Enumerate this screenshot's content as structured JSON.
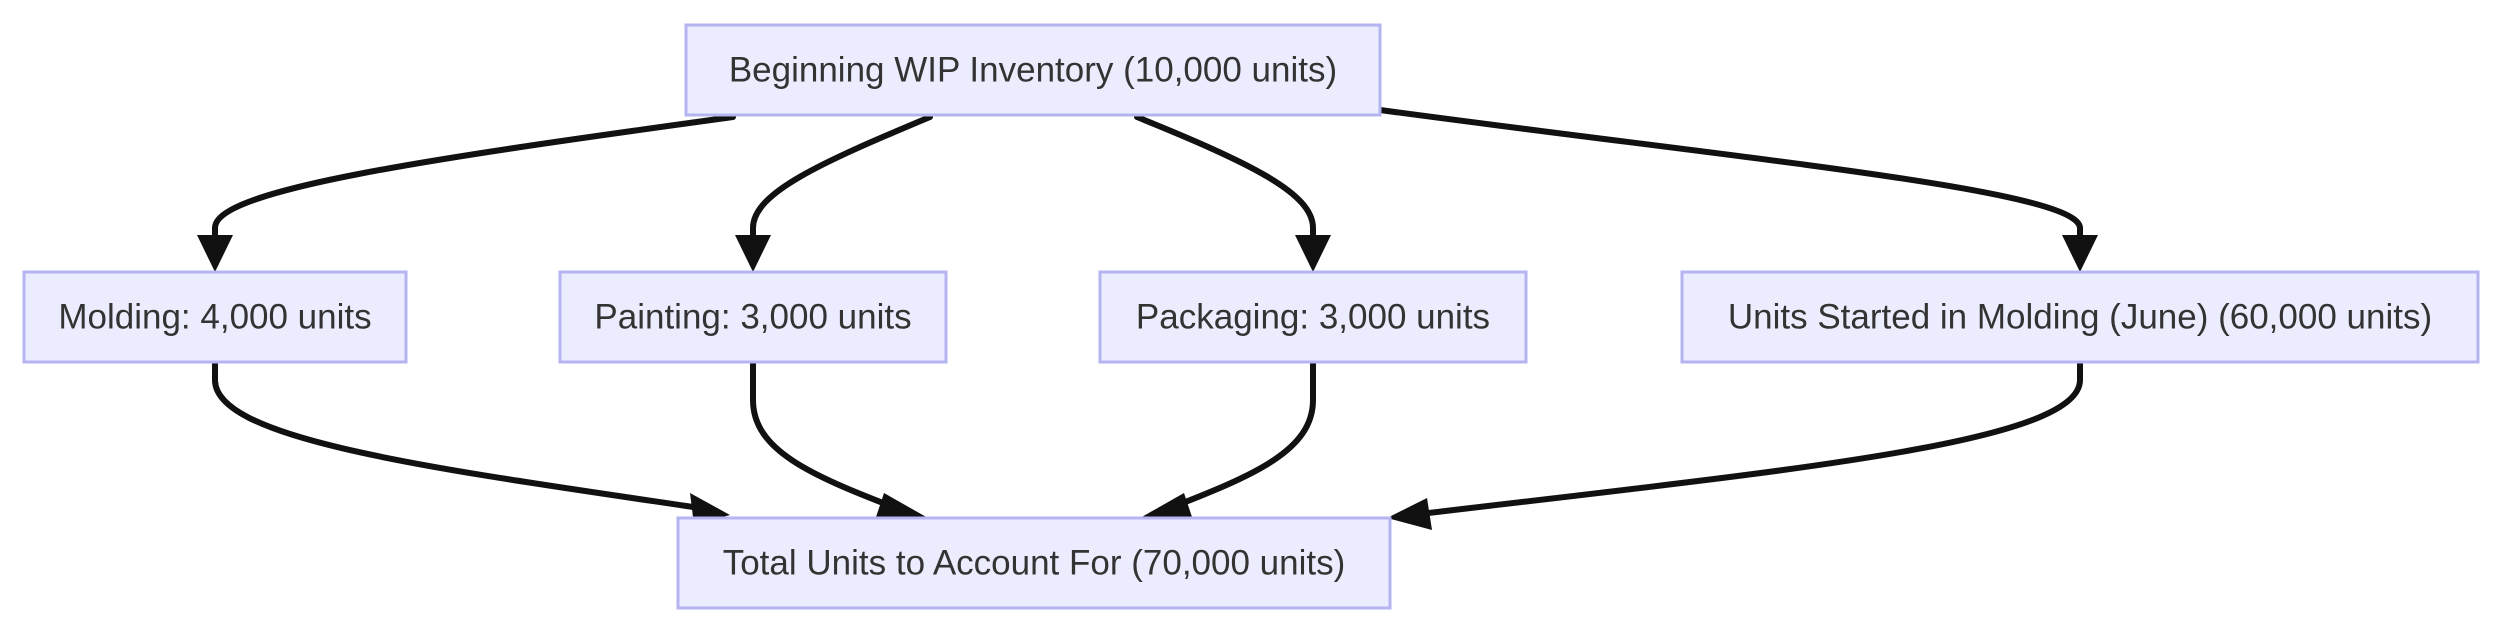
{
  "diagram": {
    "type": "flowchart",
    "nodes": {
      "beginning_wip": "Beginning WIP Inventory (10,000 units)",
      "molding": "Molding: 4,000 units",
      "painting": "Painting: 3,000 units",
      "packaging": "Packaging: 3,000 units",
      "units_started": "Units Started in Molding (June) (60,000 units)",
      "total_units": "Total Units to Account For (70,000 units)"
    },
    "edges": [
      {
        "from": "beginning_wip",
        "to": "molding"
      },
      {
        "from": "beginning_wip",
        "to": "painting"
      },
      {
        "from": "beginning_wip",
        "to": "packaging"
      },
      {
        "from": "beginning_wip",
        "to": "units_started"
      },
      {
        "from": "molding",
        "to": "total_units"
      },
      {
        "from": "painting",
        "to": "total_units"
      },
      {
        "from": "packaging",
        "to": "total_units"
      },
      {
        "from": "units_started",
        "to": "total_units"
      }
    ],
    "colors": {
      "node_fill": "#ececff",
      "node_border": "#b4b4f0",
      "edge": "#111111",
      "text": "#333333"
    }
  }
}
